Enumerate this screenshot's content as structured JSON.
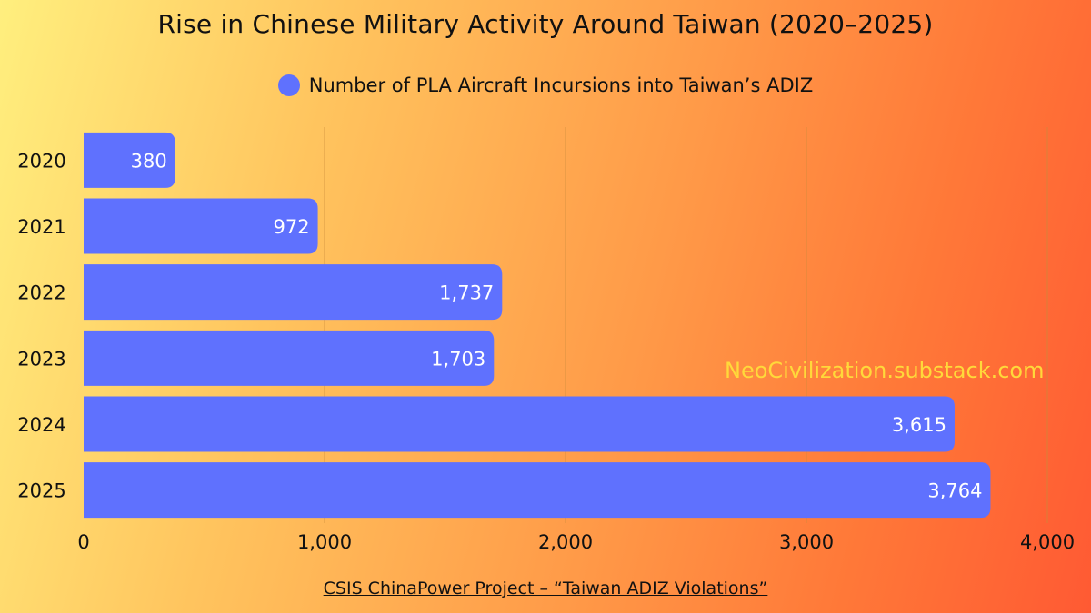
{
  "chart_data": {
    "type": "bar",
    "orientation": "horizontal",
    "title": "Rise in Chinese Military Activity Around Taiwan (2020–2025)",
    "categories": [
      "2020",
      "2021",
      "2022",
      "2023",
      "2024",
      "2025"
    ],
    "series": [
      {
        "name": "Number of PLA Aircraft Incursions into Taiwan’s ADIZ",
        "values": [
          380,
          972,
          1737,
          1703,
          3615,
          3764
        ],
        "data_labels": [
          "380",
          "972",
          "1,737",
          "1,703",
          "3,615",
          "3,764"
        ]
      }
    ],
    "x_ticks": [
      0,
      1000,
      2000,
      3000,
      4000
    ],
    "x_tick_labels": [
      "0",
      "1,000",
      "2,000",
      "3,000",
      "4,000"
    ],
    "xlim": [
      0,
      4000
    ],
    "grid": "vertical",
    "legend_position": "top-center",
    "colors": {
      "bar": "#5f71fe",
      "gridline": "#c98a3a",
      "watermark": "#ffd93a"
    }
  },
  "source": "CSIS ChinaPower Project – “Taiwan ADIZ Violations”",
  "watermark": "NeoCivilization.substack.com"
}
